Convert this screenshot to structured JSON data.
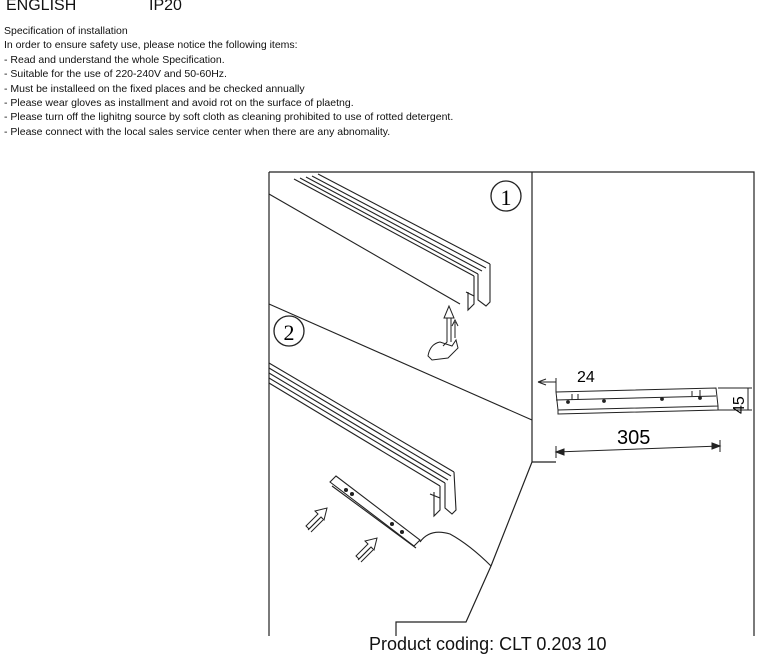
{
  "header": {
    "language": "ENGLISH",
    "rating": "IP20"
  },
  "spec": {
    "title": "Specification of installation",
    "intro": "In order to ensure safety use, please notice the following items:",
    "items": [
      "- Read and understand the whole Specification.",
      "- Suitable for the use of 220-240V and 50-60Hz.",
      "- Must be installeed on the fixed places and be checked annually",
      "- Please wear gloves as installment and avoid rot on the surface of plaetng.",
      "- Please turn off the lighitng source by soft cloth as cleaning prohibited to use of rotted detergent.",
      "- Please connect with the local sales service center when there are any abnomality."
    ]
  },
  "figure": {
    "step1": "1",
    "step2": "2",
    "dim_width": "24",
    "dim_length": "305",
    "dim_height": "45"
  },
  "product_coding": "Product coding: CLT 0.203 10"
}
